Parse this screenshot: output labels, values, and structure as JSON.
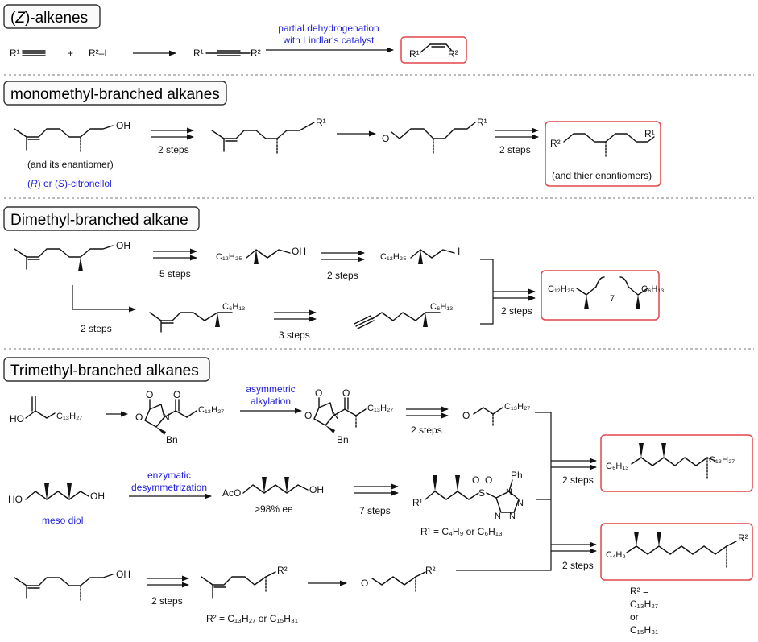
{
  "sections": {
    "z_alkenes": {
      "heading_pre": "(",
      "heading_italic": "Z",
      "heading_post": ")-alkenes",
      "reagent1": "R¹",
      "plus": "+",
      "reagent2": "R²–I",
      "alkyne_r1": "R¹",
      "alkyne_r2": "R²",
      "cond_line1": "partial dehydrogenation",
      "cond_line2": "with Lindlar's catalyst",
      "product_r1": "R¹",
      "product_r2": "R²"
    },
    "monomethyl": {
      "heading": "monomethyl-branched alkanes",
      "oh": "OH",
      "note": "(and its enantiomer)",
      "src_pre": "(",
      "src_r": "R",
      "src_mid": ") or (",
      "src_s": "S",
      "src_post": ")-citronellol",
      "steps1": "2 steps",
      "r1a": "R¹",
      "r1b": "R¹",
      "steps2": "2 steps",
      "prod_r2": "R²",
      "prod_r1": "R¹",
      "prod_note": "(and thier enantiomers)"
    },
    "dimethyl": {
      "heading": "Dimethyl-branched alkane",
      "oh": "OH",
      "steps_a": "5 steps",
      "c12h25_a": "C₁₂H₂₅",
      "oh2": "OH",
      "steps_b": "2 steps",
      "c12h25_b": "C₁₂H₂₅",
      "iodo": "I",
      "steps_c": "2 steps",
      "c6h13_a": "C₆H₁₃",
      "steps_d": "3 steps",
      "c6h13_b": "C₆H₁₃",
      "steps_e": "2 steps",
      "prod_left": "C₁₂H₂₅",
      "prod_sub": "7",
      "prod_right": "C₆H₁₃"
    },
    "trimethyl": {
      "heading": "Trimethyl-branched alkanes",
      "ho": "HO",
      "c13h27_a": "C₁₃H₂₇",
      "ox_o1": "O",
      "ox_o2": "O",
      "ox_n": "N",
      "bn1": "Bn",
      "c13h27_b": "C₁₃H₂₇",
      "cond_asym_1": "asymmetric",
      "cond_asym_2": "alkylation",
      "ox2_o1": "O",
      "ox2_o2": "O",
      "ox2_n": "N",
      "bn2": "Bn",
      "c13h27_c": "C₁₃H₂₇",
      "steps_1": "2 steps",
      "ald_o": "O",
      "c13h27_d": "C₁₃H₂₇",
      "diol_ho": "HO",
      "diol_oh": "OH",
      "meso": "meso diol",
      "cond_enz_1": "enzymatic",
      "cond_enz_2": "desymmetrization",
      "aco": "AcO",
      "mono_oh": "OH",
      "ee": ">98% ee",
      "steps_7": "7 steps",
      "sulf_r1": "R¹",
      "sulf_s": "S",
      "sulf_o1": "O",
      "sulf_o2": "O",
      "ph": "Ph",
      "tz_n1": "N",
      "tz_n2": "N",
      "tz_n3": "N",
      "tz_n4": "N",
      "r1_def": "R¹ = C₄H₉ or C₆H₁₃",
      "cit_oh": "OH",
      "steps_2b": "2 steps",
      "r2_a": "R²",
      "r2_def": "R² = C₁₃H₂₇ or C₁₅H₃₁",
      "ald2_o": "O",
      "r2_b": "R²",
      "steps_p1": "2 steps",
      "steps_p2": "2 steps",
      "p1_left": "C₆H₁₃",
      "p1_right": "C₁₃H₂₇",
      "p2_left": "C₄H₉",
      "p2_right": "R²",
      "r2_eq_1": "R² =",
      "r2_eq_2": "C₁₃H₂₇",
      "r2_eq_3": "or",
      "r2_eq_4": "C₁₅H₃₁"
    }
  }
}
